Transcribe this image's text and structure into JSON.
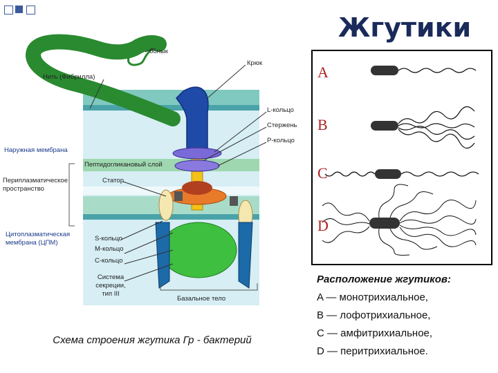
{
  "slide_title": "Жгутики",
  "left_diagram": {
    "labels": {
      "hook_end": "бонык",
      "filament": "Нить (Фибрилла)",
      "hook": "Крюк",
      "l_ring": "L-кольцо",
      "shaft": "Стержень",
      "p_ring": "P-кольцо",
      "outer_membrane": "Наружная мембрана",
      "peptidoglycan": "Пептидогликановый слой",
      "periplasmic": "Периплазматическое пространство",
      "stator": "Статор",
      "cytoplasmic": "Цитоплазматическая мембрана (ЦПМ)",
      "s_ring": "S-кольцо",
      "m_ring": "М-кольцо",
      "c_ring": "С-кольцо",
      "secretion": "Система секреции, тип III",
      "basal_body": "Базальное тело"
    },
    "caption": "Схема строения жгутика Гр - бактерий"
  },
  "right_diagram": {
    "rows": [
      {
        "letter": "A"
      },
      {
        "letter": "B"
      },
      {
        "letter": "C"
      },
      {
        "letter": "D"
      }
    ]
  },
  "legend": {
    "title": "Расположение жгутиков:",
    "items": [
      "A — монотрихиальное,",
      "B — лофотрихиальное,",
      "C — амфитрихиальное,",
      "D — перитрихиальное."
    ]
  }
}
